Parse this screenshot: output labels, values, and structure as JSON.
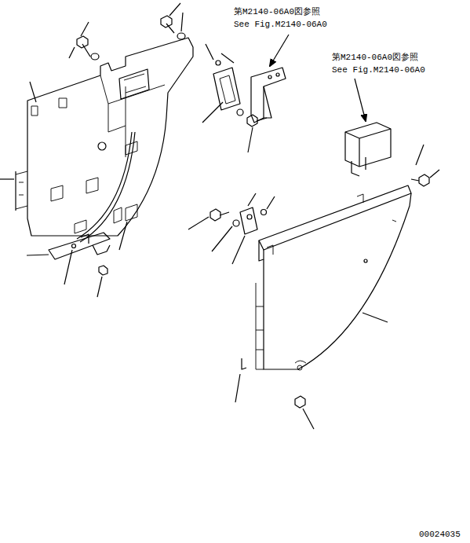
{
  "diagram": {
    "labels": [
      "第M2140-06A0図参照",
      "See Fig.M2140-06A0",
      "第M2140-06A0図参照",
      "See Fig.M2140-06A0",
      "00024035"
    ]
  }
}
